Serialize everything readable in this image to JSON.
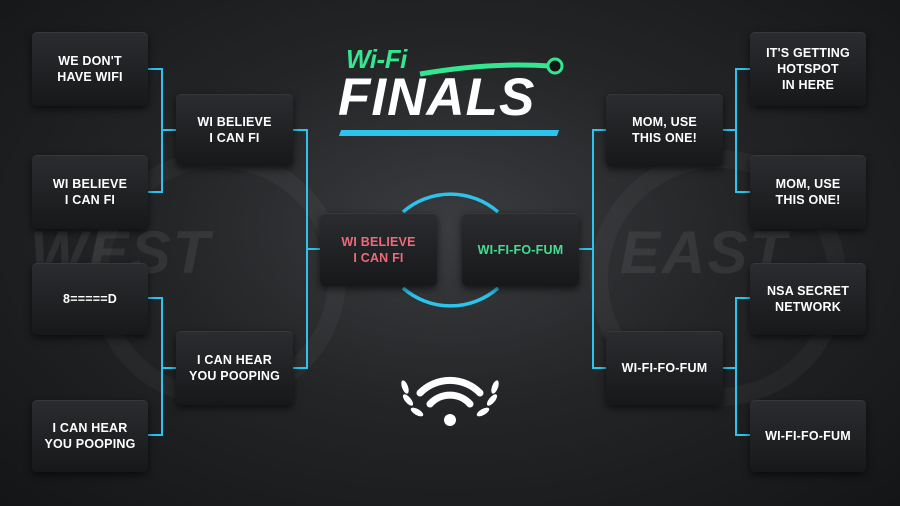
{
  "title": {
    "wifi": "Wi-Fi",
    "finals": "FINALS"
  },
  "background": {
    "west": "WEST",
    "east": "EAST"
  },
  "colors": {
    "connector": "#2cc4ec",
    "title_green": "#33e68f",
    "finalist_left": "#f0697a",
    "finalist_right": "#3fe08f"
  },
  "bracket": {
    "west_round1": [
      "WE DON'T\nHAVE WIFI",
      "WI BELIEVE\nI CAN FI",
      "8=====D",
      "I CAN HEAR\nYOU POOPING"
    ],
    "west_round2": [
      "WI BELIEVE\nI CAN FI",
      "I CAN HEAR\nYOU POOPING"
    ],
    "east_round1": [
      "IT'S GETTING\nHOTSPOT\nIN HERE",
      "MOM, USE\nTHIS ONE!",
      "NSA SECRET\nNETWORK",
      "WI-FI-FO-FUM"
    ],
    "east_round2": [
      "MOM, USE\nTHIS ONE!",
      "WI-FI-FO-FUM"
    ],
    "final": {
      "west": "WI BELIEVE\nI CAN FI",
      "east": "WI-FI-FO-FUM"
    }
  },
  "icons": {
    "logo": "wifi-laurel-icon",
    "title_ball": "ball-icon"
  }
}
